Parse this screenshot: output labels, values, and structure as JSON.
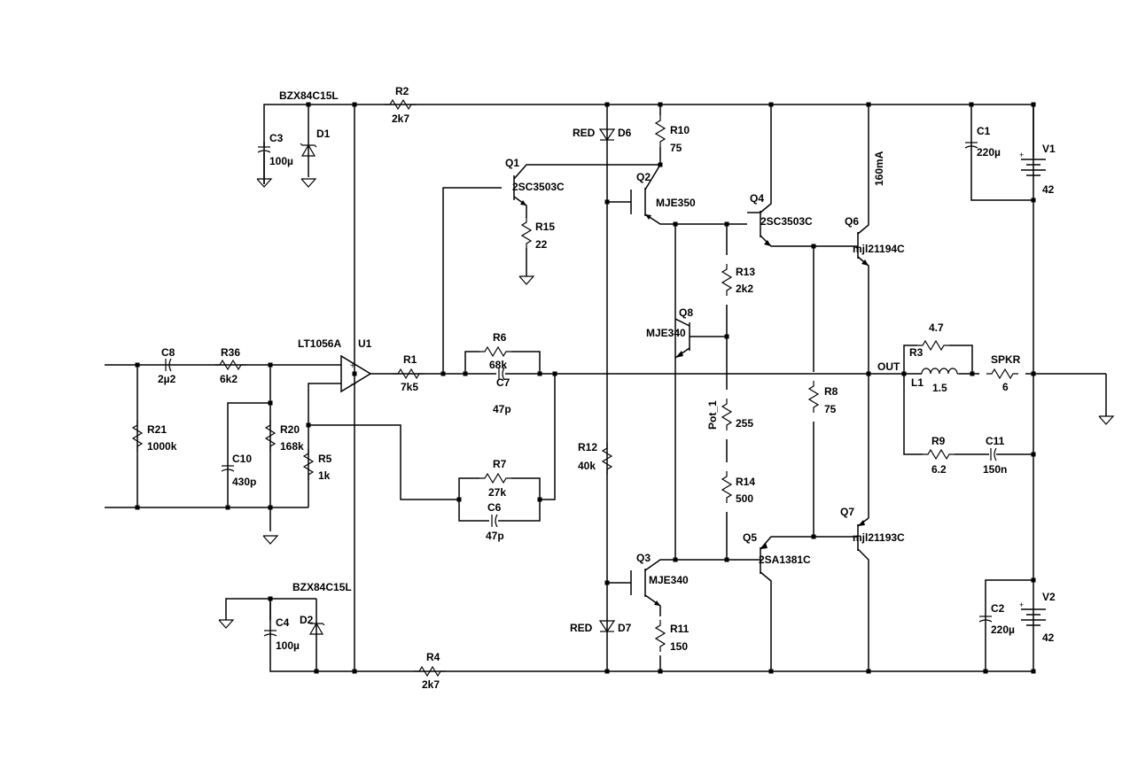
{
  "components": {
    "R2": {
      "ref": "R2",
      "value": "2k7"
    },
    "R4": {
      "ref": "R4",
      "value": "2k7"
    },
    "R10": {
      "ref": "R10",
      "value": "75"
    },
    "R15": {
      "ref": "R15",
      "value": "22"
    },
    "R13": {
      "ref": "R13",
      "value": "2k2"
    },
    "R6": {
      "ref": "R6",
      "value": "68k"
    },
    "R7": {
      "ref": "R7",
      "value": "27k"
    },
    "R1": {
      "ref": "R1",
      "value": "7k5"
    },
    "R36": {
      "ref": "R36",
      "value": "6k2"
    },
    "R21": {
      "ref": "R21",
      "value": "1000k"
    },
    "R20": {
      "ref": "R20",
      "value": "168k"
    },
    "R5": {
      "ref": "R5",
      "value": "1k"
    },
    "R12": {
      "ref": "R12",
      "value": "40k"
    },
    "R8": {
      "ref": "R8",
      "value": "75"
    },
    "R14": {
      "ref": "R14",
      "value": "500"
    },
    "R11": {
      "ref": "R11",
      "value": "150"
    },
    "R3": {
      "ref": "R3",
      "value": "4.7"
    },
    "R9": {
      "ref": "R9",
      "value": "6.2"
    },
    "Pot_1": {
      "ref": "Pot_1",
      "value": "255"
    },
    "SPKR": {
      "ref": "SPKR",
      "value": "6"
    },
    "L1": {
      "ref": "L1",
      "value": "1.5"
    },
    "C1": {
      "ref": "C1",
      "value": "220µ"
    },
    "C2": {
      "ref": "C2",
      "value": "220µ"
    },
    "C3": {
      "ref": "C3",
      "value": "100µ"
    },
    "C4": {
      "ref": "C4",
      "value": "100µ"
    },
    "C6": {
      "ref": "C6",
      "value": "47p"
    },
    "C7": {
      "ref": "C7",
      "value": "47p"
    },
    "C8": {
      "ref": "C8",
      "value": "2µ2"
    },
    "C10": {
      "ref": "C10",
      "value": "430p"
    },
    "C11": {
      "ref": "C11",
      "value": "150n"
    },
    "V1": {
      "ref": "V1",
      "value": "42"
    },
    "V2": {
      "ref": "V2",
      "value": "42"
    },
    "D1": {
      "ref": "D1",
      "value": "BZX84C15L"
    },
    "D2": {
      "ref": "D2",
      "value": "BZX84C15L"
    },
    "D6": {
      "ref": "D6",
      "value": "RED"
    },
    "D7": {
      "ref": "D7",
      "value": "RED"
    },
    "U1": {
      "ref": "U1",
      "value": "LT1056A"
    },
    "Q1": {
      "ref": "Q1",
      "value": "2SC3503C"
    },
    "Q2": {
      "ref": "Q2",
      "value": "MJE350"
    },
    "Q3": {
      "ref": "Q3",
      "value": "MJE340"
    },
    "Q4": {
      "ref": "Q4",
      "value": "2SC3503C"
    },
    "Q5": {
      "ref": "Q5",
      "value": "2SA1381C"
    },
    "Q6": {
      "ref": "Q6",
      "value": "mjl21194C"
    },
    "Q7": {
      "ref": "Q7",
      "value": "mjl21193C"
    },
    "Q8": {
      "ref": "Q8",
      "value": "MJE340"
    }
  },
  "annotations": {
    "current": "160mA",
    "out": "OUT"
  }
}
